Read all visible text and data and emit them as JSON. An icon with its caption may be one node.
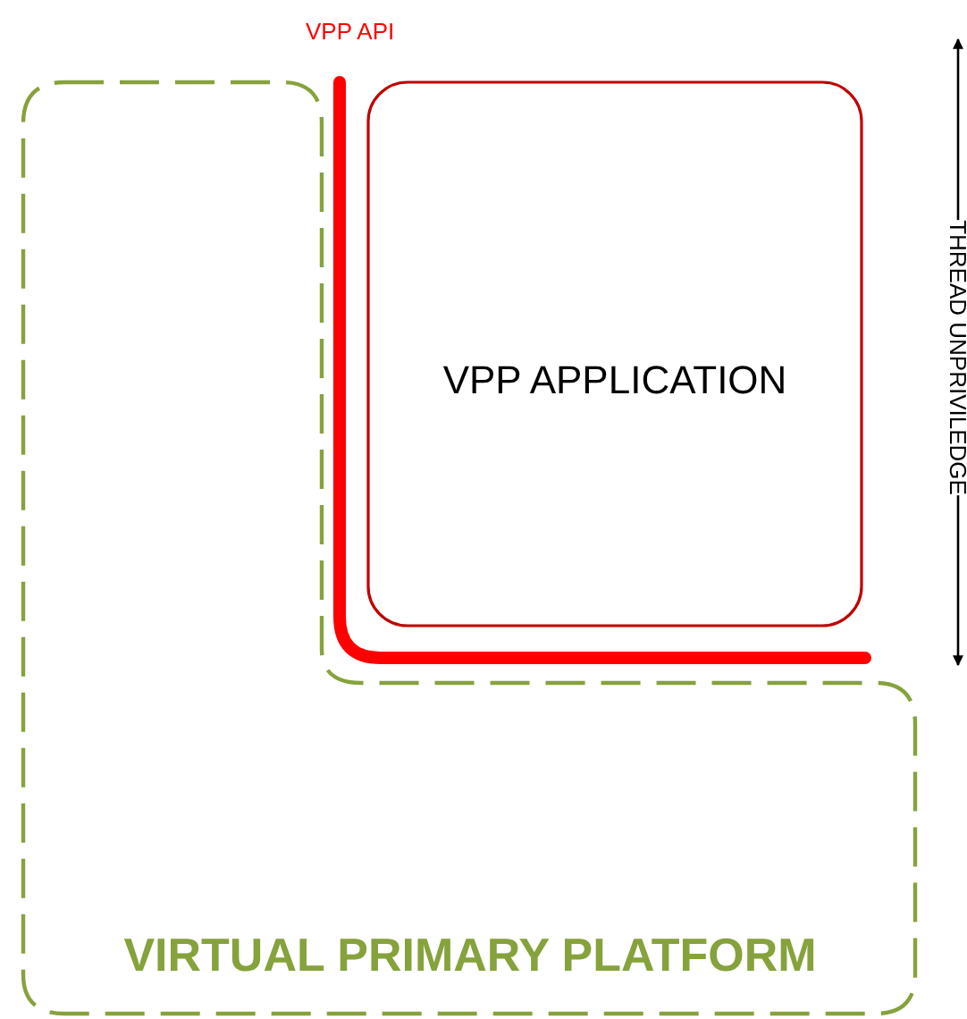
{
  "diagram": {
    "nodes": [
      {
        "text": [
          "VIRTUAL PRIMARY PLATFORM"
        ]
      },
      {
        "text": [
          "VPP APPLICATION"
        ]
      }
    ],
    "edges": [],
    "labels": [
      "VPP API",
      "THREAD UNPRIVILEDGE"
    ]
  }
}
